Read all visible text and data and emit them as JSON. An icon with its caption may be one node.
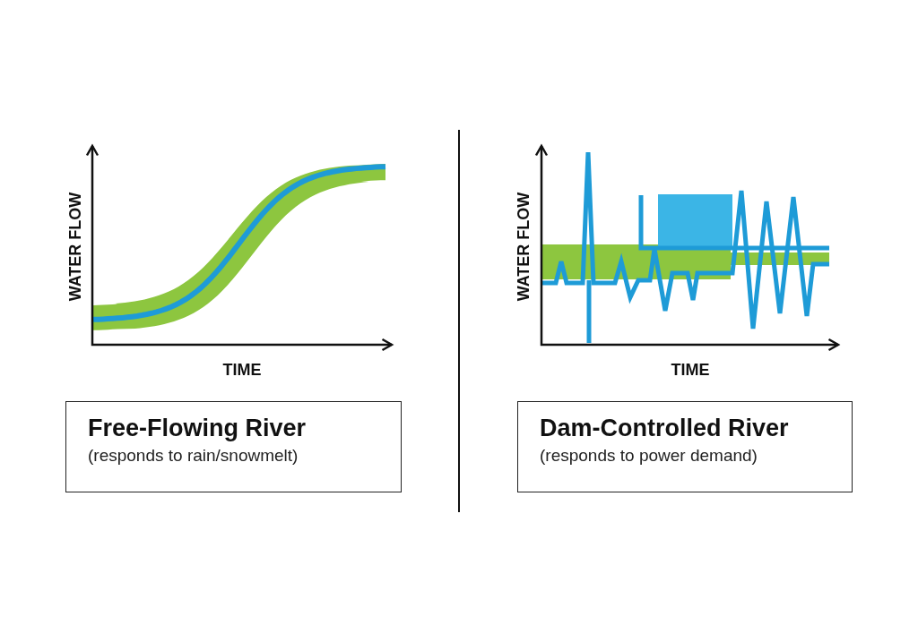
{
  "diagram": {
    "nodes": [
      {
        "text": [
          "Free-Flowing River",
          "(responds to rain/snowmelt)"
        ]
      },
      {
        "text": [
          "Dam-Controlled River",
          "(responds to power demand)"
        ]
      }
    ],
    "labels": [
      "WATER FLOW",
      "TIME",
      "WATER FLOW",
      "TIME"
    ]
  }
}
